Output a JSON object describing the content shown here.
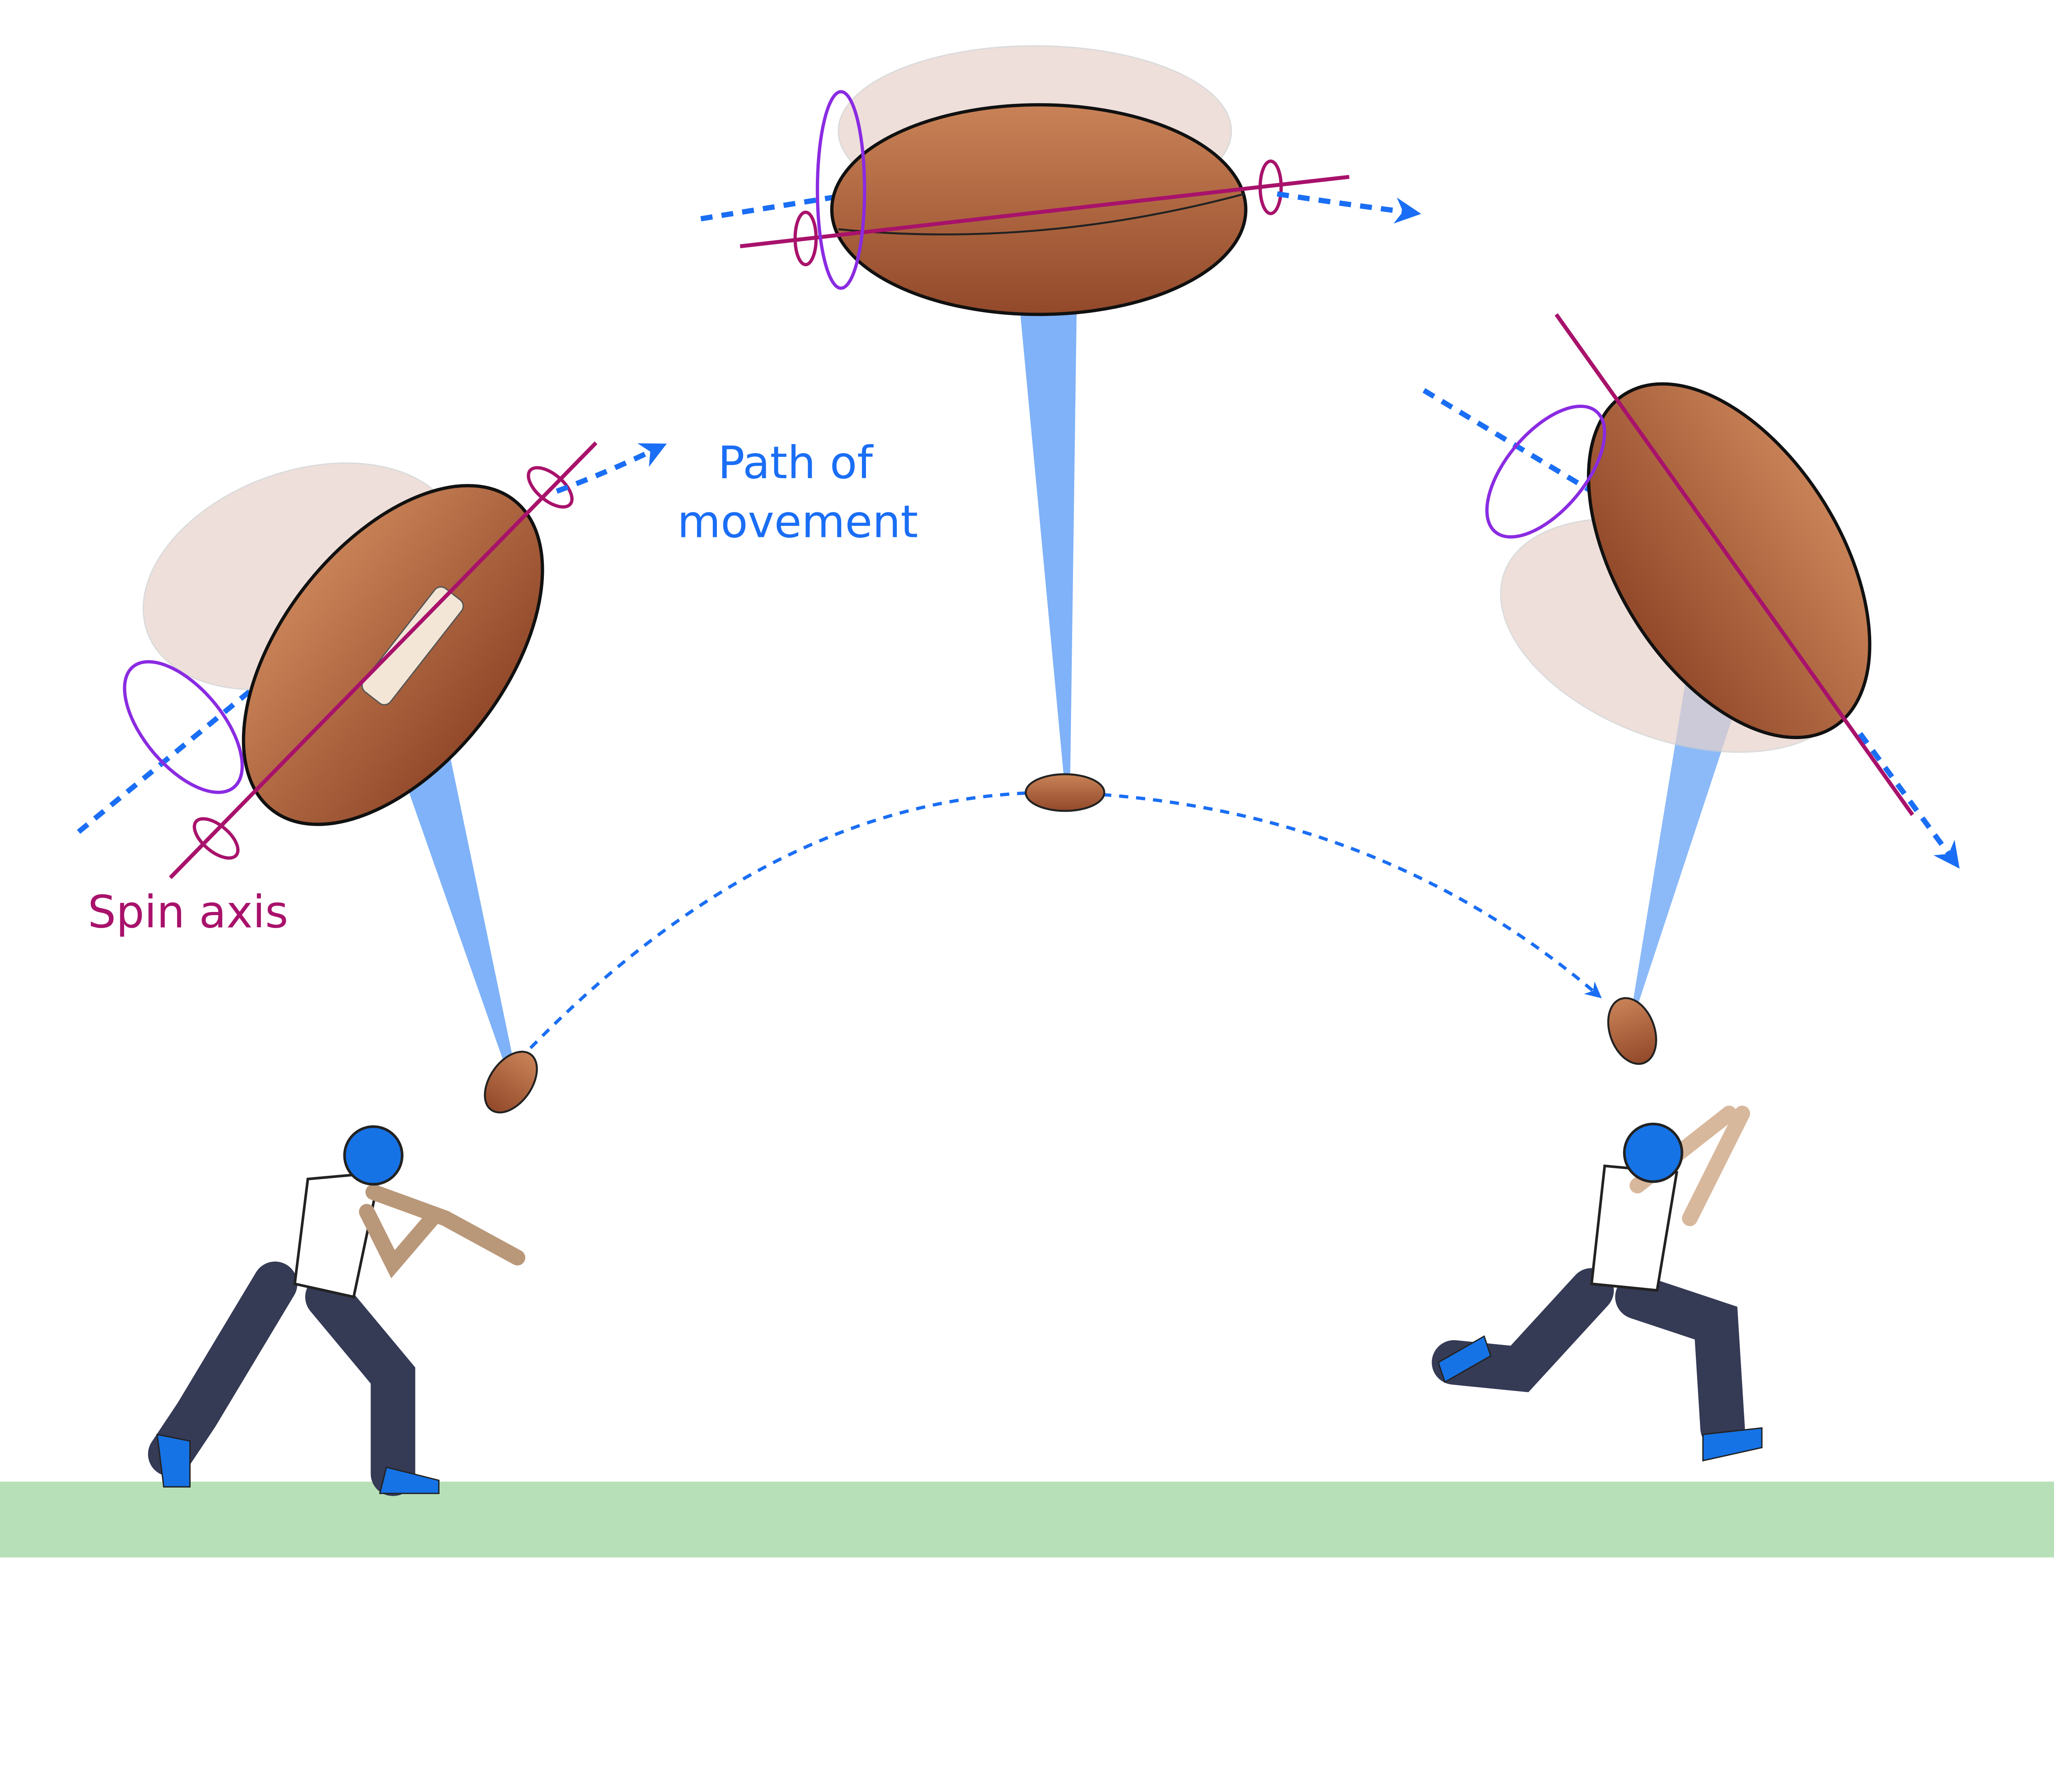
{
  "labels": {
    "path_line1": "Path of",
    "path_line2": "movement",
    "spin_axis": "Spin axis"
  },
  "colors": {
    "path": "#1a6ef5",
    "spin_axis": "#a8126b",
    "rotation": "#8a2be2",
    "ball": "#a65a35",
    "beam": "#7fb2f8",
    "ground": "#b8e0b8",
    "helmet": "#1673e6",
    "pants": "#353a55"
  },
  "icons": [
    "football-icon",
    "player-throwing-icon",
    "player-catching-icon",
    "spin-arrow-icon"
  ]
}
